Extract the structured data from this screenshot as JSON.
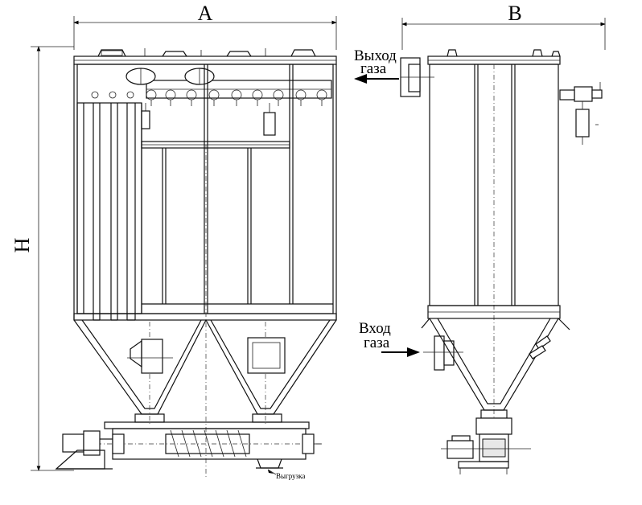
{
  "dimensions": {
    "width_label": "A",
    "depth_label": "B",
    "height_label": "H"
  },
  "labels": {
    "gas_outlet_line1": "Выход",
    "gas_outlet_line2": "газа",
    "gas_inlet_line1": "Вход",
    "gas_inlet_line2": "газа",
    "discharge": "Выгрузка"
  }
}
